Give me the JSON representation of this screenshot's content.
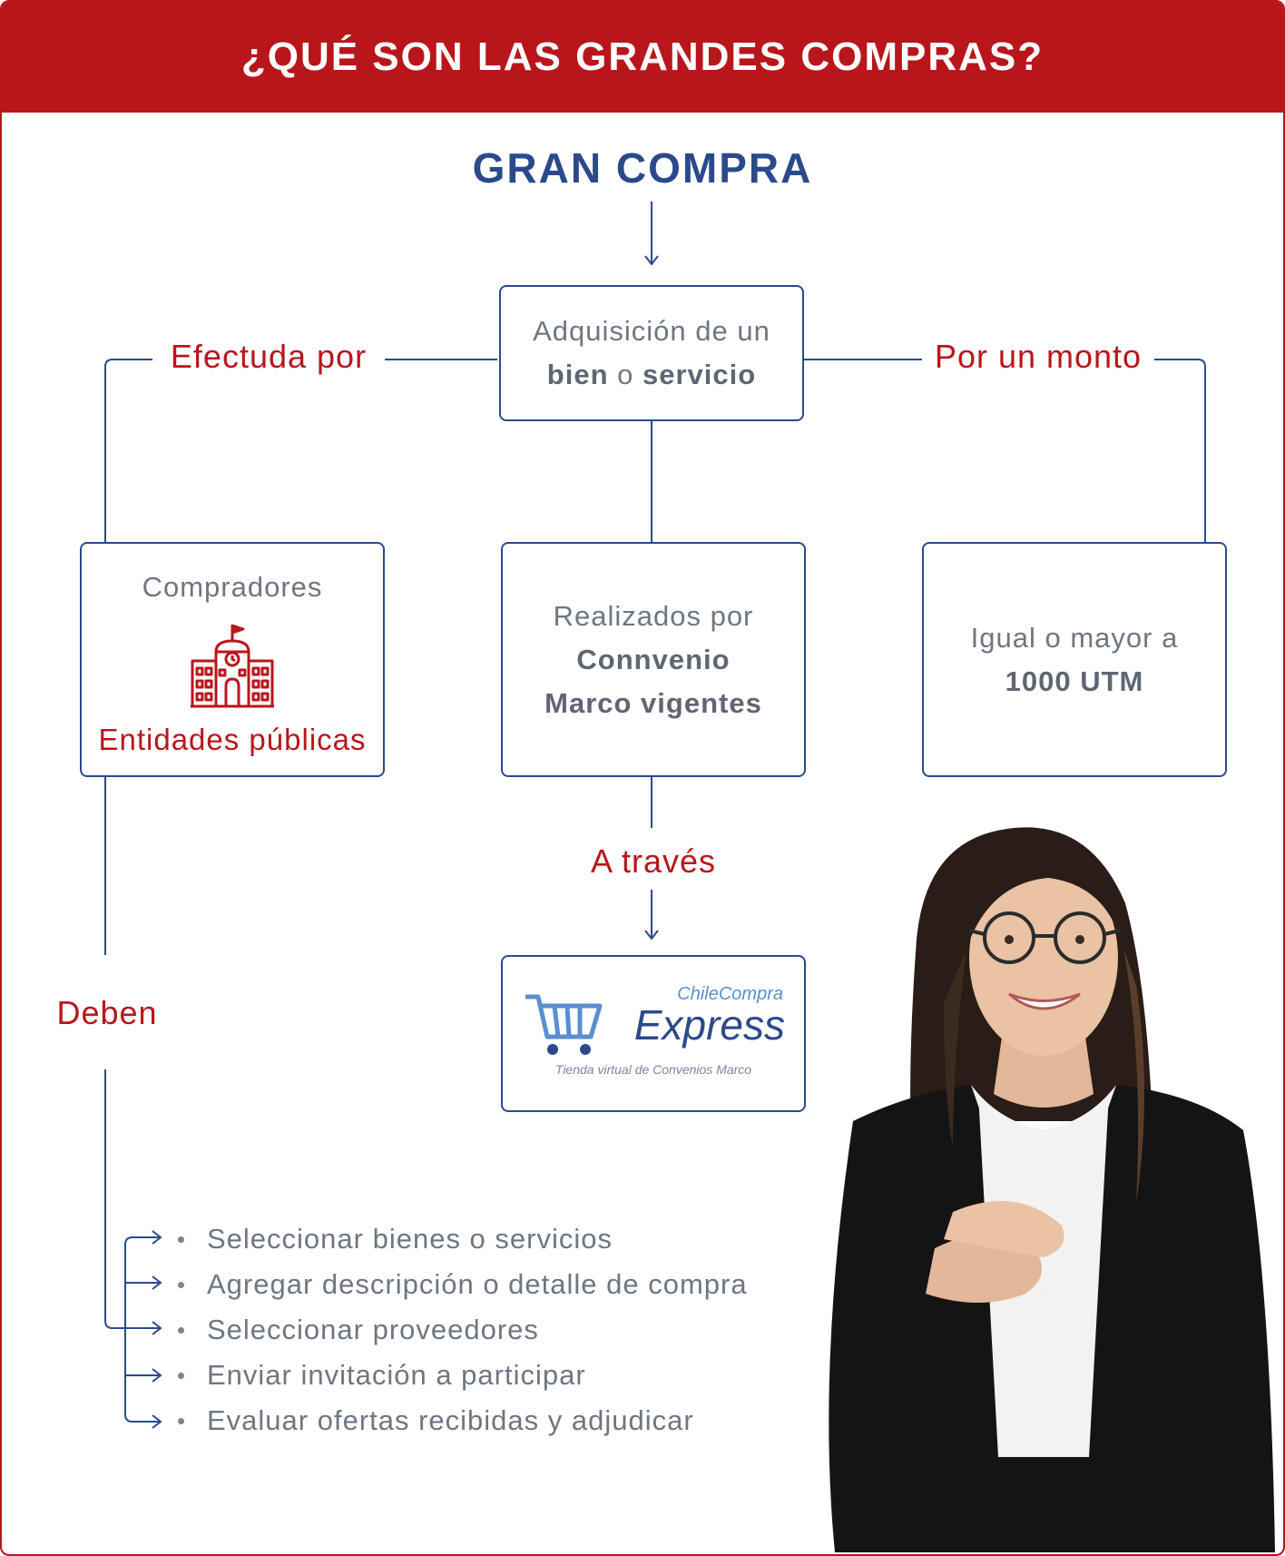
{
  "header": {
    "title": "¿QUÉ SON LAS GRANDES COMPRAS?"
  },
  "main": {
    "title": "GRAN COMPRA",
    "center_box": {
      "line1": "Adquisición de un",
      "bold1": "bien",
      "connector": "o",
      "bold2": "servicio"
    },
    "left_label": "Efectuda por",
    "right_label": "Por un monto",
    "left_box": {
      "top": "Compradores",
      "bottom": "Entidades públicas",
      "icon": "public-building-icon"
    },
    "middle_box": {
      "line1": "Realizados por",
      "bold": "Connvenio Marco vigentes"
    },
    "right_box": {
      "line1": "Igual o mayor a",
      "bold": "1000 UTM"
    },
    "through_label": "A través",
    "logo": {
      "brand_top": "ChileCompra",
      "brand_main": "Express",
      "tagline": "Tienda virtual de Convenios Marco"
    },
    "must_label": "Deben",
    "steps": [
      "Seleccionar bienes o servicios",
      "Agregar descripción o detalle de compra",
      "Seleccionar proveedores",
      "Enviar invitación a participar",
      "Evaluar ofertas recibidas y adjudicar"
    ]
  },
  "colors": {
    "red": "#b9161c",
    "blue": "#2b4a8c",
    "gray": "#6e7682"
  }
}
